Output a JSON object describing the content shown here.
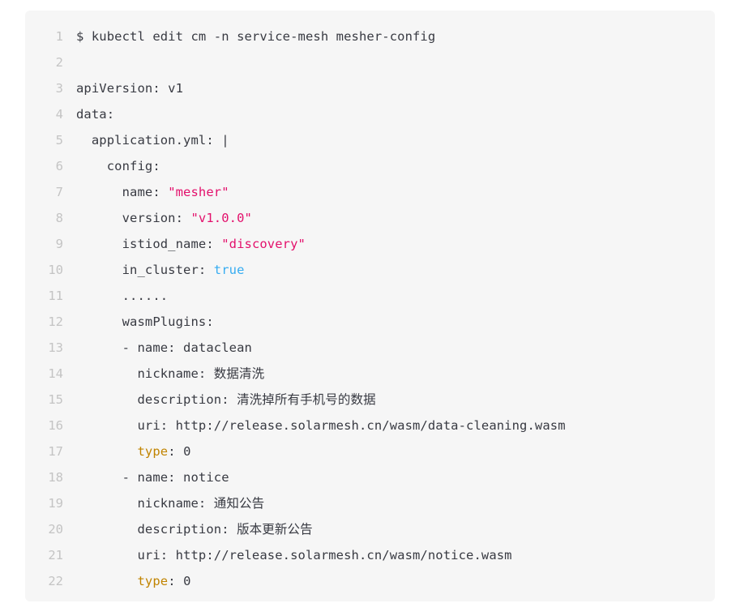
{
  "code_block": {
    "language": "yaml",
    "background_color": "#f6f6f6",
    "text_color": "#383a42",
    "line_number_color": "#c4c4c4",
    "string_color": "#e3116c",
    "boolean_color": "#36acf1",
    "key_color": "#c18401",
    "lines": [
      {
        "number": "1",
        "segments": [
          {
            "text": "$ kubectl edit cm -n service-mesh mesher-config",
            "type": "plain"
          }
        ]
      },
      {
        "number": "2",
        "segments": [
          {
            "text": "",
            "type": "plain"
          }
        ]
      },
      {
        "number": "3",
        "segments": [
          {
            "text": "apiVersion: v1",
            "type": "plain"
          }
        ]
      },
      {
        "number": "4",
        "segments": [
          {
            "text": "data:",
            "type": "plain"
          }
        ]
      },
      {
        "number": "5",
        "segments": [
          {
            "text": "  application.yml: |",
            "type": "plain"
          }
        ]
      },
      {
        "number": "6",
        "segments": [
          {
            "text": "    config:",
            "type": "plain"
          }
        ]
      },
      {
        "number": "7",
        "segments": [
          {
            "text": "      name: ",
            "type": "plain"
          },
          {
            "text": "\"mesher\"",
            "type": "string"
          }
        ]
      },
      {
        "number": "8",
        "segments": [
          {
            "text": "      version: ",
            "type": "plain"
          },
          {
            "text": "\"v1.0.0\"",
            "type": "string"
          }
        ]
      },
      {
        "number": "9",
        "segments": [
          {
            "text": "      istiod_name: ",
            "type": "plain"
          },
          {
            "text": "\"discovery\"",
            "type": "string"
          }
        ]
      },
      {
        "number": "10",
        "segments": [
          {
            "text": "      in_cluster: ",
            "type": "plain"
          },
          {
            "text": "true",
            "type": "boolean"
          }
        ]
      },
      {
        "number": "11",
        "segments": [
          {
            "text": "      ......",
            "type": "dots"
          }
        ]
      },
      {
        "number": "12",
        "segments": [
          {
            "text": "      wasmPlugins:",
            "type": "plain"
          }
        ]
      },
      {
        "number": "13",
        "segments": [
          {
            "text": "      - name: dataclean",
            "type": "plain"
          }
        ]
      },
      {
        "number": "14",
        "segments": [
          {
            "text": "        nickname: 数据清洗",
            "type": "plain"
          }
        ]
      },
      {
        "number": "15",
        "segments": [
          {
            "text": "        description: 清洗掉所有手机号的数据",
            "type": "plain"
          }
        ]
      },
      {
        "number": "16",
        "segments": [
          {
            "text": "        uri: http://release.solarmesh.cn/wasm/data-cleaning.wasm",
            "type": "plain"
          }
        ]
      },
      {
        "number": "17",
        "segments": [
          {
            "text": "        ",
            "type": "plain"
          },
          {
            "text": "type",
            "type": "key"
          },
          {
            "text": ": 0",
            "type": "plain"
          }
        ]
      },
      {
        "number": "18",
        "segments": [
          {
            "text": "      - name: notice",
            "type": "plain"
          }
        ]
      },
      {
        "number": "19",
        "segments": [
          {
            "text": "        nickname: 通知公告",
            "type": "plain"
          }
        ]
      },
      {
        "number": "20",
        "segments": [
          {
            "text": "        description: 版本更新公告",
            "type": "plain"
          }
        ]
      },
      {
        "number": "21",
        "segments": [
          {
            "text": "        uri: http://release.solarmesh.cn/wasm/notice.wasm",
            "type": "plain"
          }
        ]
      },
      {
        "number": "22",
        "segments": [
          {
            "text": "        ",
            "type": "plain"
          },
          {
            "text": "type",
            "type": "key"
          },
          {
            "text": ": 0",
            "type": "plain"
          }
        ]
      }
    ]
  }
}
